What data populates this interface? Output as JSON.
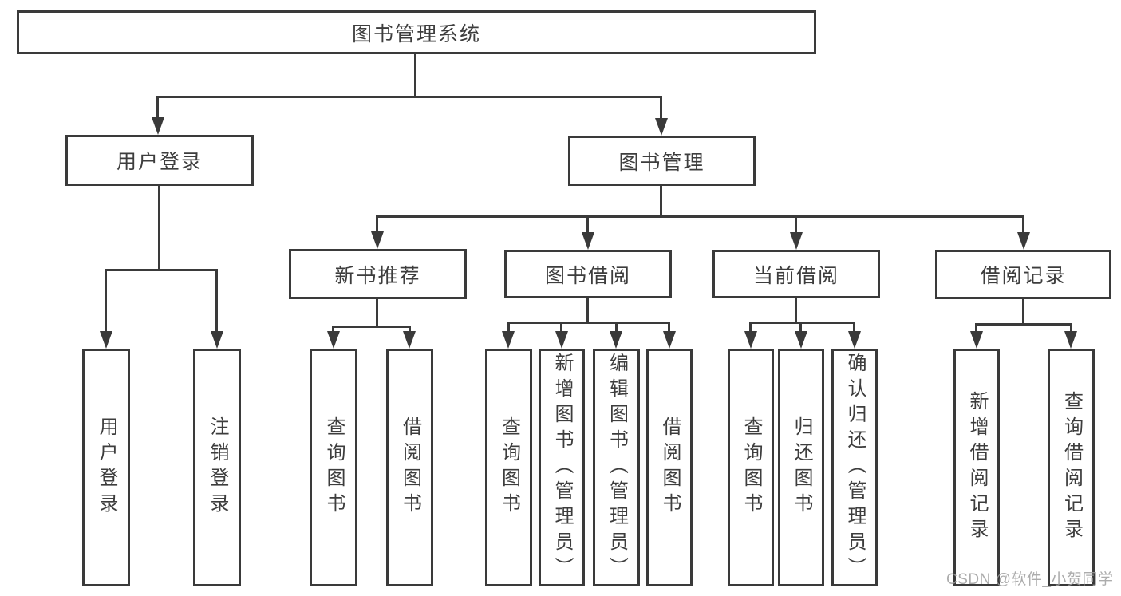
{
  "tree": {
    "root": "图书管理系统",
    "branches": [
      {
        "label": "用户登录",
        "children": [
          "用户登录",
          "注销登录"
        ]
      },
      {
        "label": "图书管理",
        "children": [
          {
            "label": "新书推荐",
            "children": [
              "查询图书",
              "借阅图书"
            ]
          },
          {
            "label": "图书借阅",
            "children": [
              "查询图书",
              "新增图书（管理员）",
              "编辑图书（管理员）",
              "借阅图书"
            ]
          },
          {
            "label": "当前借阅",
            "children": [
              "查询图书",
              "归还图书",
              "确认归还（管理员）"
            ]
          },
          {
            "label": "借阅记录",
            "children": [
              "新增借阅记录",
              "查询借阅记录"
            ]
          }
        ]
      }
    ]
  },
  "watermark": "CSDN @软件_小贺同学",
  "colors": {
    "line": "#3a3a3a",
    "text": "#3d3d3d",
    "background": "#ffffff",
    "watermark": "#9e9e9e"
  }
}
